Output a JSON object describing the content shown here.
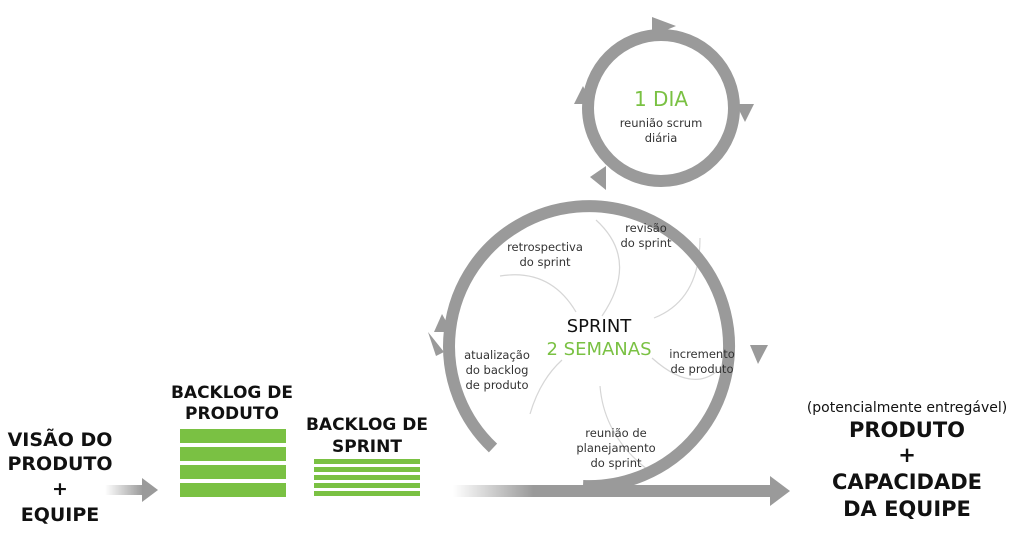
{
  "vision": [
    "VISÃO DO",
    "PRODUTO",
    "+",
    "EQUIPE"
  ],
  "product_backlog": [
    "BACKLOG DE",
    "PRODUTO"
  ],
  "sprint_backlog": [
    "BACKLOG DE",
    "SPRINT"
  ],
  "daily": {
    "title": "1 DIA",
    "lines": [
      "reunião scrum",
      "diária"
    ]
  },
  "sprint": {
    "title": "SPRINT",
    "duration": "2 SEMANAS"
  },
  "events": {
    "review": [
      "revisão",
      "do sprint"
    ],
    "retrospective": [
      "retrospectiva",
      "do sprint"
    ],
    "backlog_update": [
      "atualização",
      "do backlog",
      "de produto"
    ],
    "increment": [
      "incremento",
      "de produto"
    ],
    "planning": [
      "reunião de",
      "planejamento",
      "do sprint"
    ]
  },
  "result": {
    "note": "(potencialmente entregável)",
    "lines": [
      "PRODUTO",
      "+",
      "CAPACIDADE",
      "DA EQUIPE"
    ]
  },
  "colors": {
    "green": "#7ac143",
    "arrow_gray": "#9a9a9a",
    "line_gray": "#d6d6d6"
  }
}
